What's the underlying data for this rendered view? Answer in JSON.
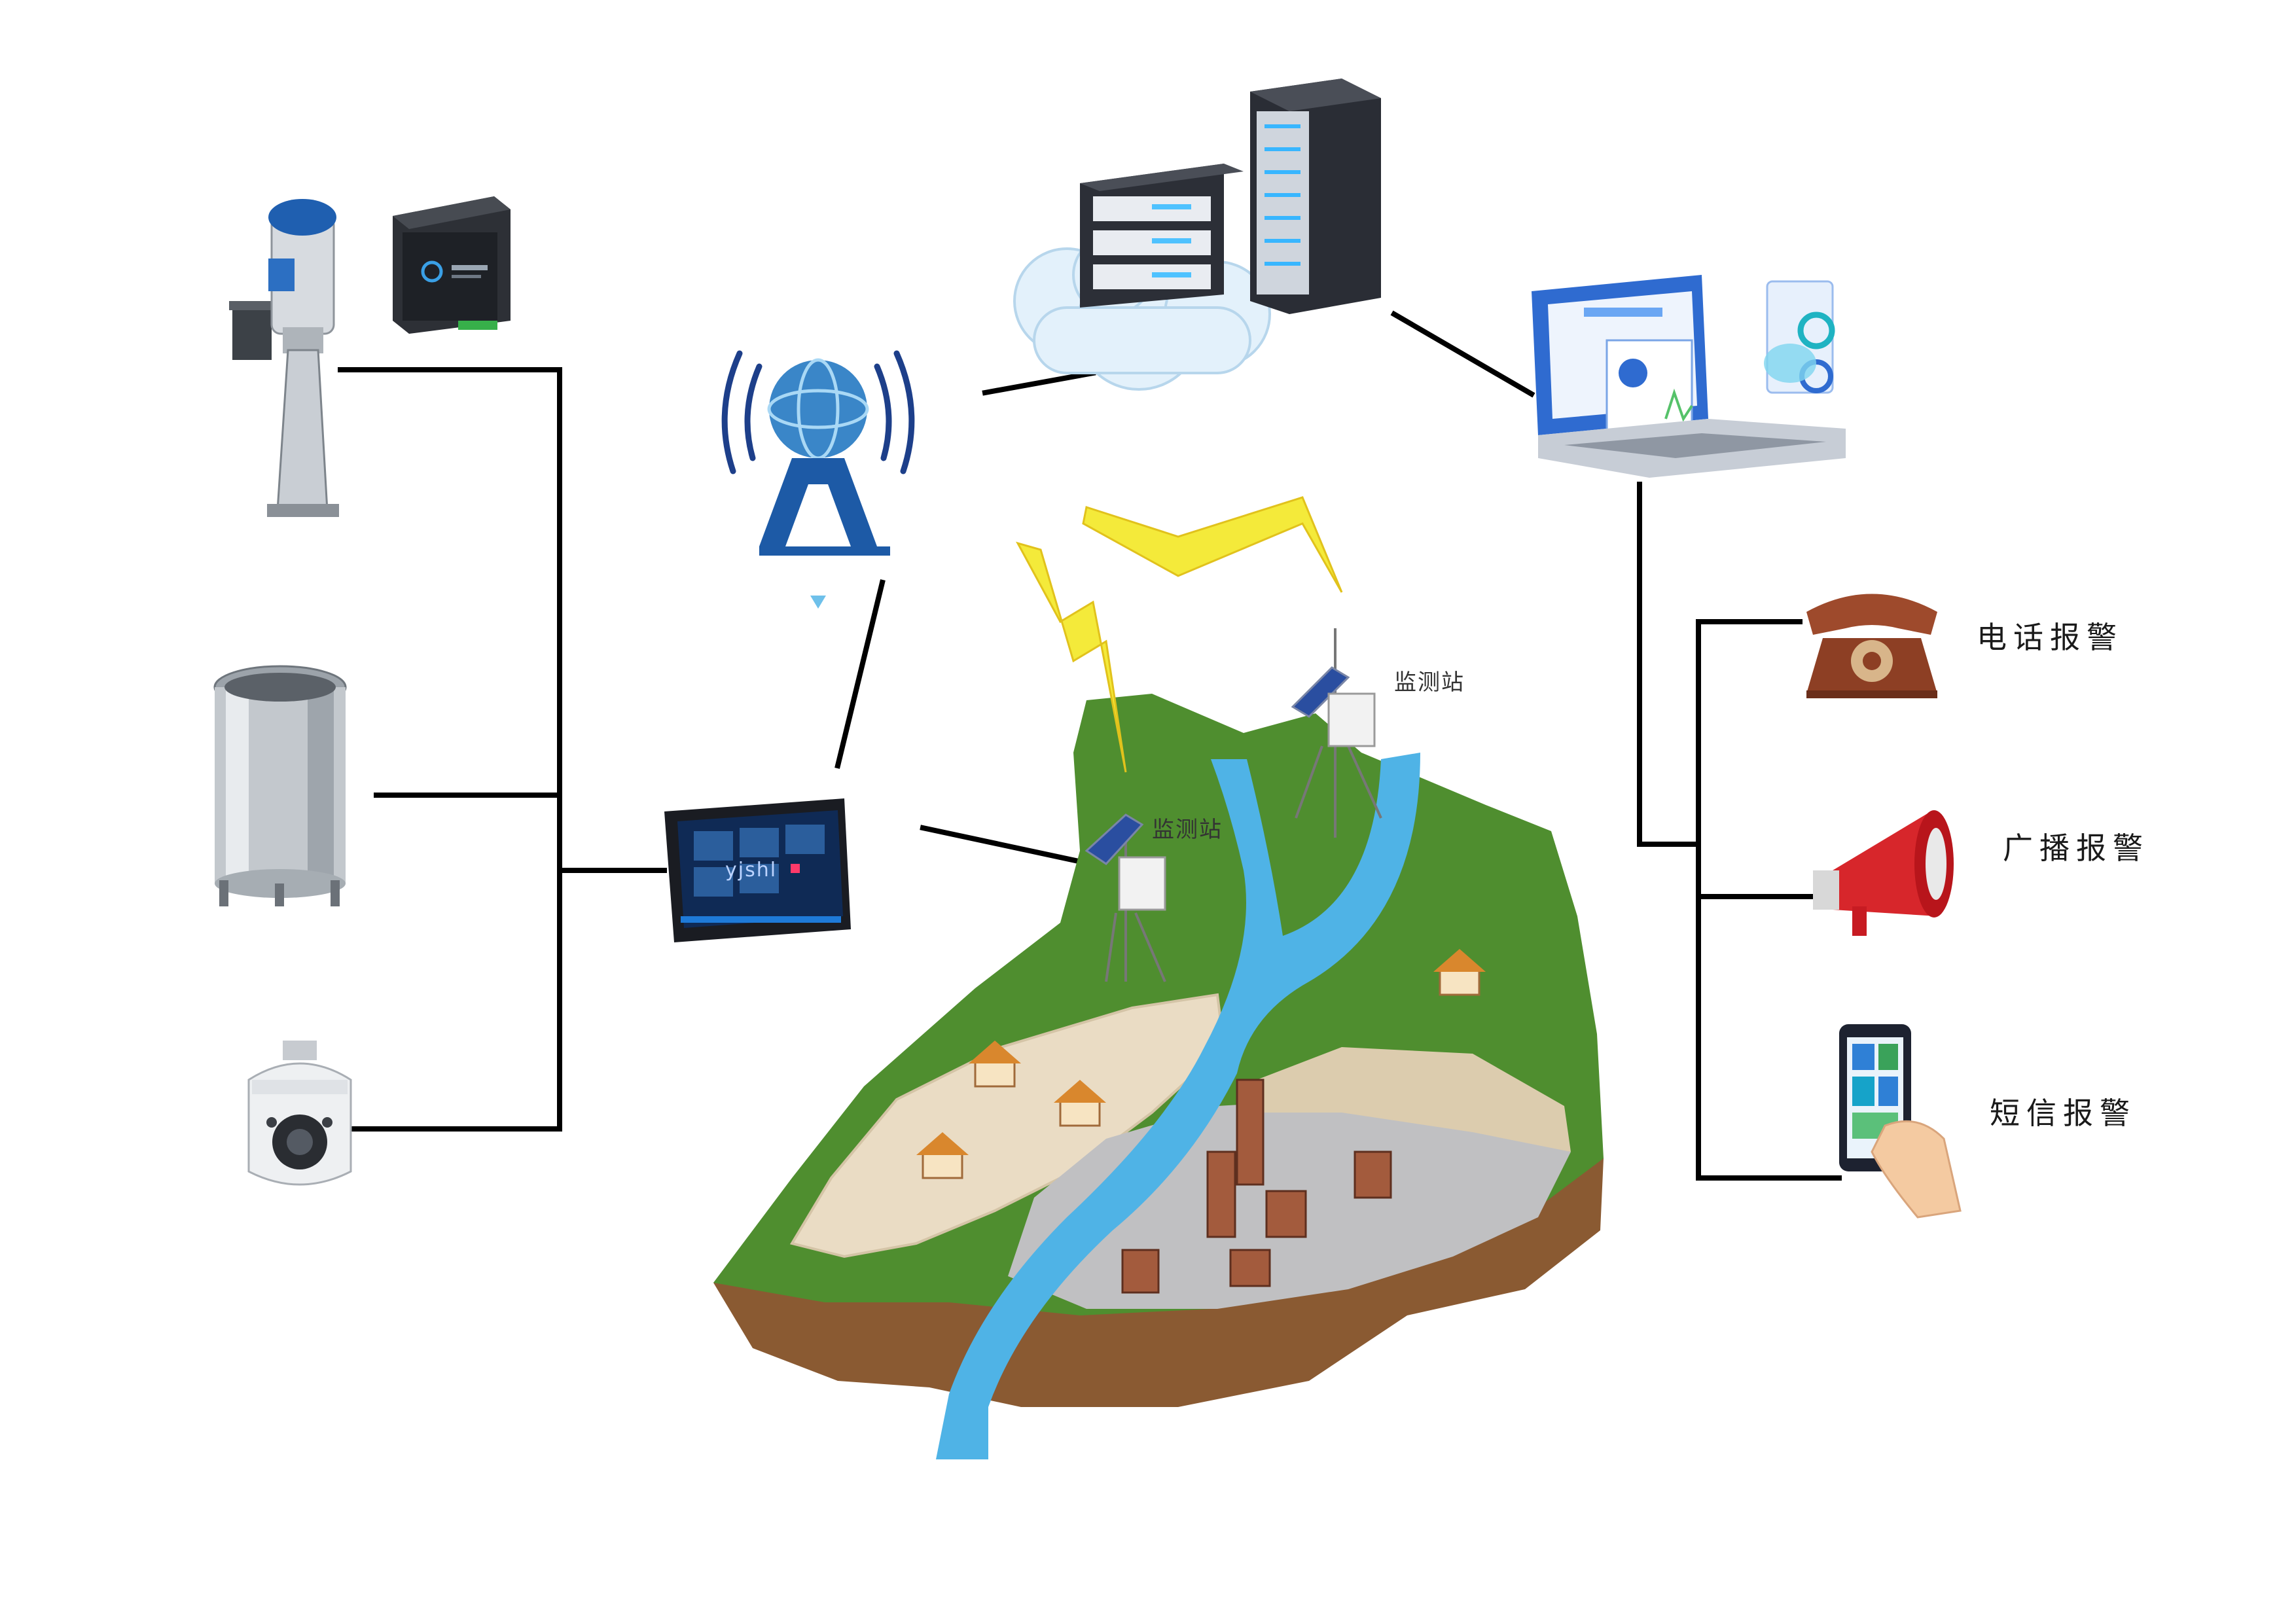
{
  "diagram": {
    "stations": [
      {
        "id": "station-upper",
        "label": "监测站"
      },
      {
        "id": "station-lower",
        "label": "监测站"
      }
    ],
    "screen_text": "yjshl",
    "alarms": [
      {
        "id": "phone-alarm",
        "label": "电话报警"
      },
      {
        "id": "broadcast-alarm",
        "label": "广播报警"
      },
      {
        "id": "sms-alarm",
        "label": "短信报警"
      }
    ]
  },
  "colors": {
    "line": "#000000",
    "river": "#4fb3e6",
    "grass": "#4f8e2f",
    "soil": "#8a5a32",
    "sand": "#eadcc4",
    "lightning": "#f4ea3a",
    "server": "#2a2d35"
  }
}
